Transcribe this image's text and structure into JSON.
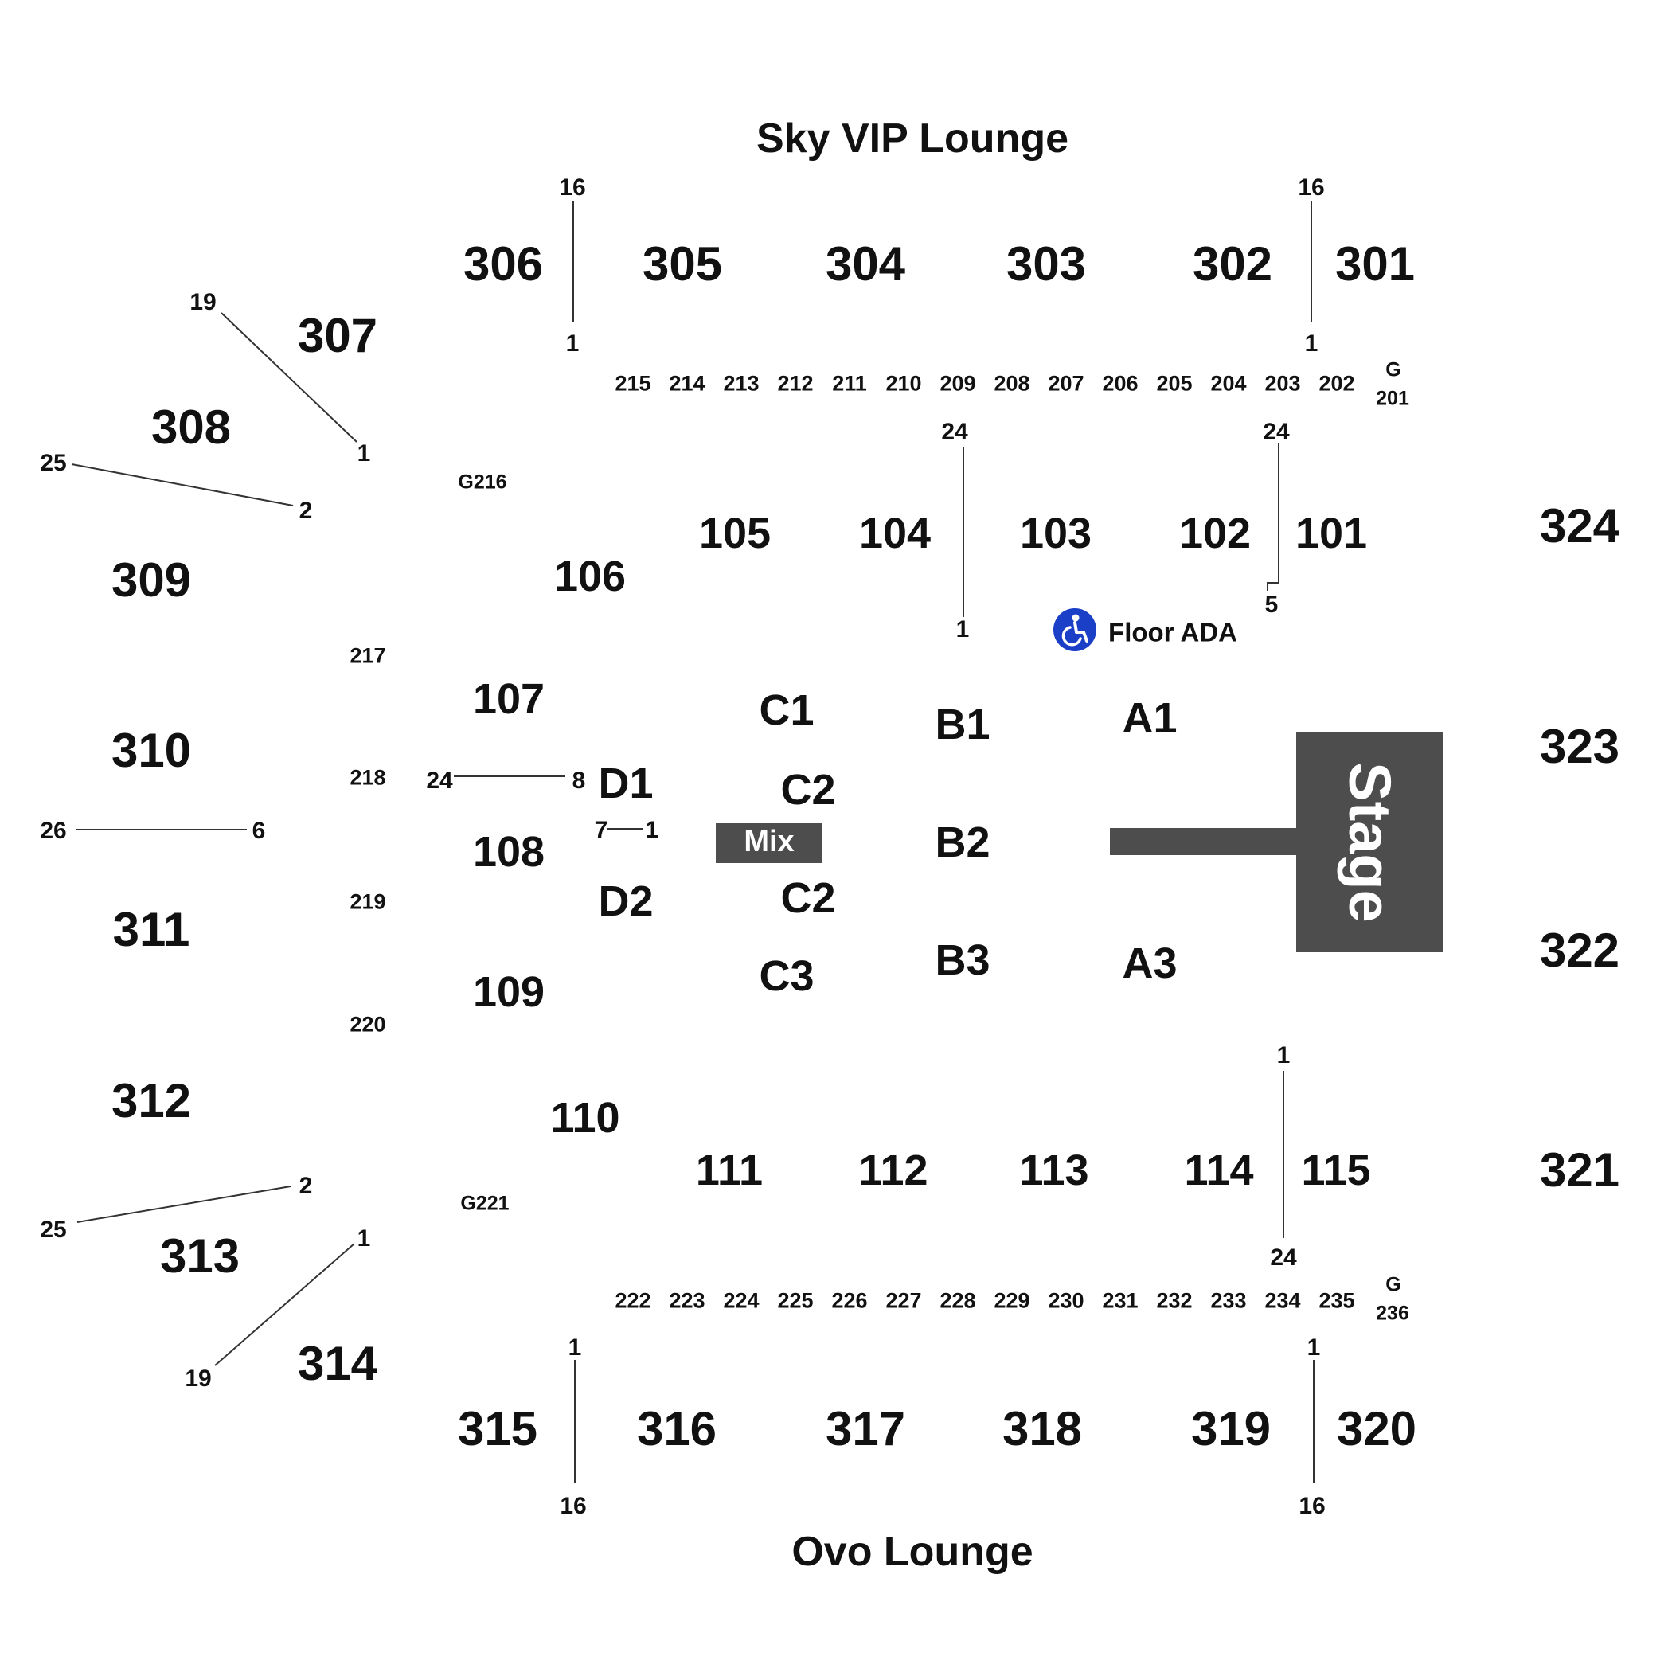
{
  "lounges": {
    "top": "Sky VIP Lounge",
    "bottom": "Ovo Lounge"
  },
  "stage": {
    "label": "Stage"
  },
  "mix": {
    "label": "Mix"
  },
  "ada": {
    "label": "Floor ADA",
    "icon": "wheelchair-icon",
    "color": "#1b3fc6"
  },
  "colors": {
    "stage_fill": "#4d4d4d",
    "text": "#111111",
    "ada_blue": "#1b3fc6"
  },
  "upper_sections": {
    "top": [
      "306",
      "305",
      "304",
      "303",
      "302",
      "301"
    ],
    "left": [
      "307",
      "308",
      "309",
      "310",
      "311",
      "312",
      "313",
      "314"
    ],
    "bottom": [
      "315",
      "316",
      "317",
      "318",
      "319",
      "320"
    ],
    "right": [
      "324",
      "323",
      "322",
      "321"
    ]
  },
  "lower_sections": {
    "top": [
      "106",
      "105",
      "104",
      "103",
      "102",
      "101"
    ],
    "left": [
      "107",
      "108",
      "109"
    ],
    "bottom": [
      "110",
      "111",
      "112",
      "113",
      "114",
      "115"
    ]
  },
  "loge_sections": {
    "top": [
      "215",
      "214",
      "213",
      "212",
      "211",
      "210",
      "209",
      "208",
      "207",
      "206",
      "205",
      "204",
      "203",
      "202"
    ],
    "left": [
      "217",
      "218",
      "219",
      "220"
    ],
    "bottom": [
      "222",
      "223",
      "224",
      "225",
      "226",
      "227",
      "228",
      "229",
      "230",
      "231",
      "232",
      "233",
      "234",
      "235"
    ],
    "g_top": [
      "G",
      "201"
    ],
    "g_bottom": [
      "G",
      "236"
    ],
    "g_left": [
      "G216",
      "G221"
    ]
  },
  "floor_sections": [
    "C1",
    "B1",
    "A1",
    "D1",
    "C2",
    "B2",
    "D2",
    "C2",
    "C3",
    "B3",
    "A3"
  ],
  "row_labels": [
    "16",
    "1",
    "16",
    "1",
    "19",
    "1",
    "25",
    "2",
    "24",
    "1",
    "24",
    "5",
    "24",
    "8",
    "26",
    "6",
    "7",
    "1",
    "1",
    "24",
    "25",
    "2",
    "19",
    "1",
    "1",
    "16",
    "1",
    "16"
  ]
}
